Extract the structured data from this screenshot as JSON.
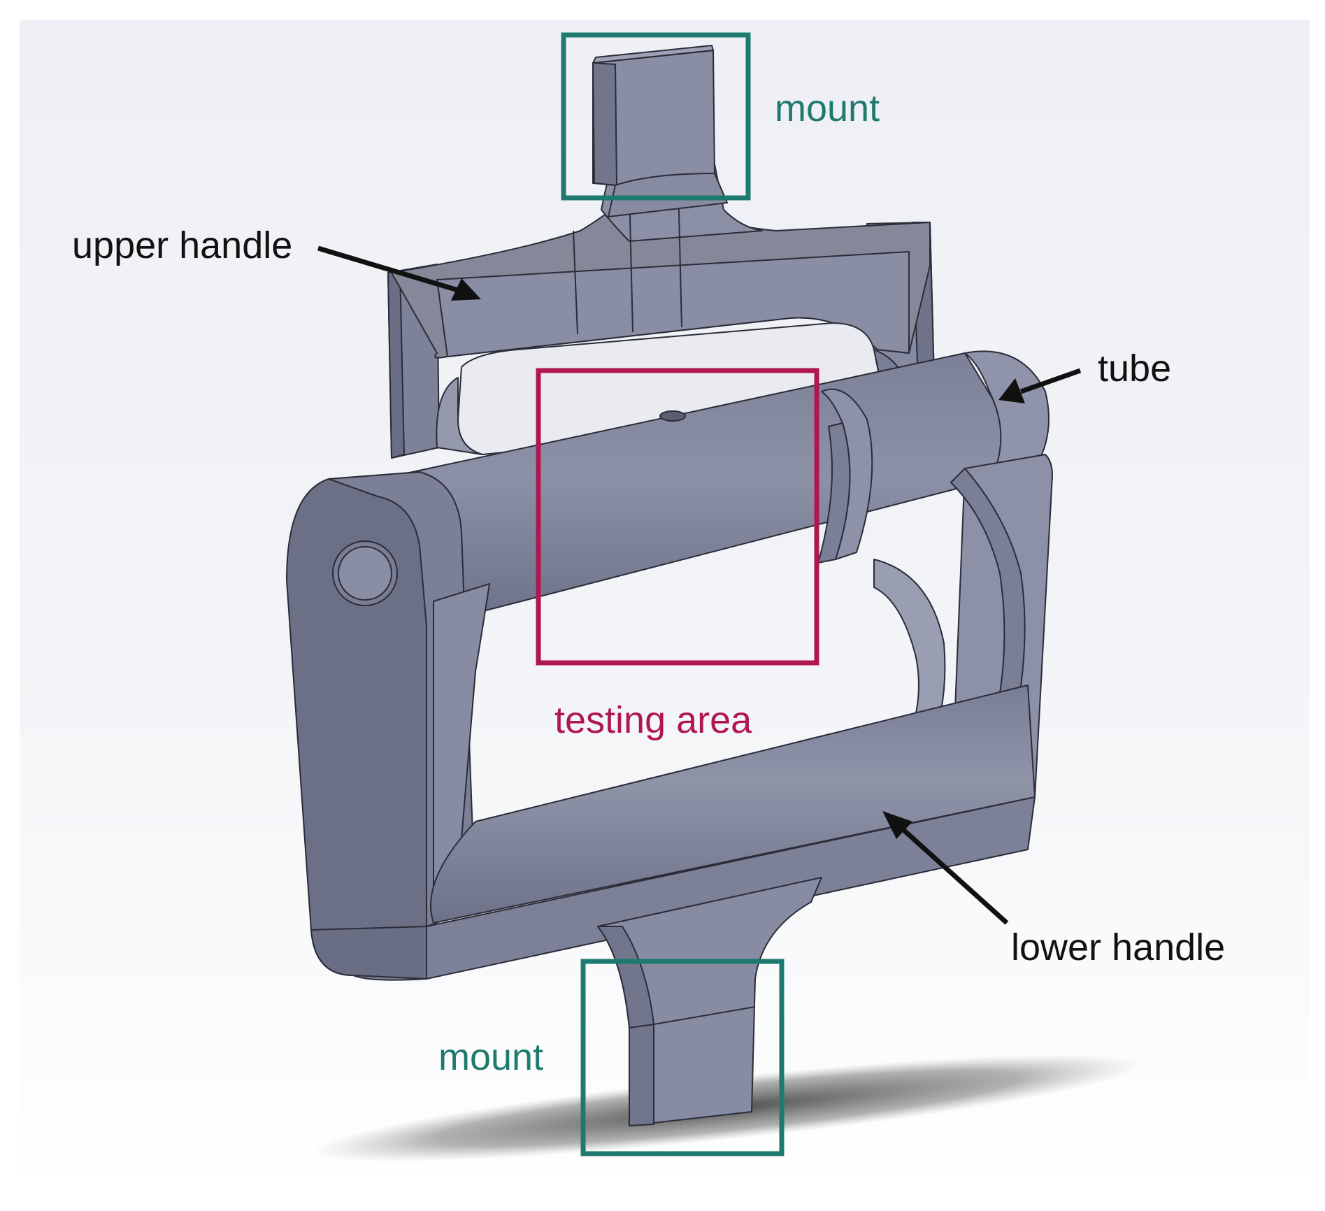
{
  "labels": {
    "mount_top": "mount",
    "upper_handle": "upper handle",
    "tube": "tube",
    "testing_area": "testing area",
    "lower_handle": "lower handle",
    "mount_bottom": "mount"
  },
  "colors": {
    "mount_box": "#1e7a6e",
    "testing_box": "#b0174f",
    "part_light": "#8a8ea4",
    "part_mid": "#7a7f96",
    "part_dark": "#62667c",
    "edge": "#2a2c38",
    "arrow": "#111111",
    "background_top": "#f0f2f6",
    "background_bottom": "#ffffff"
  }
}
